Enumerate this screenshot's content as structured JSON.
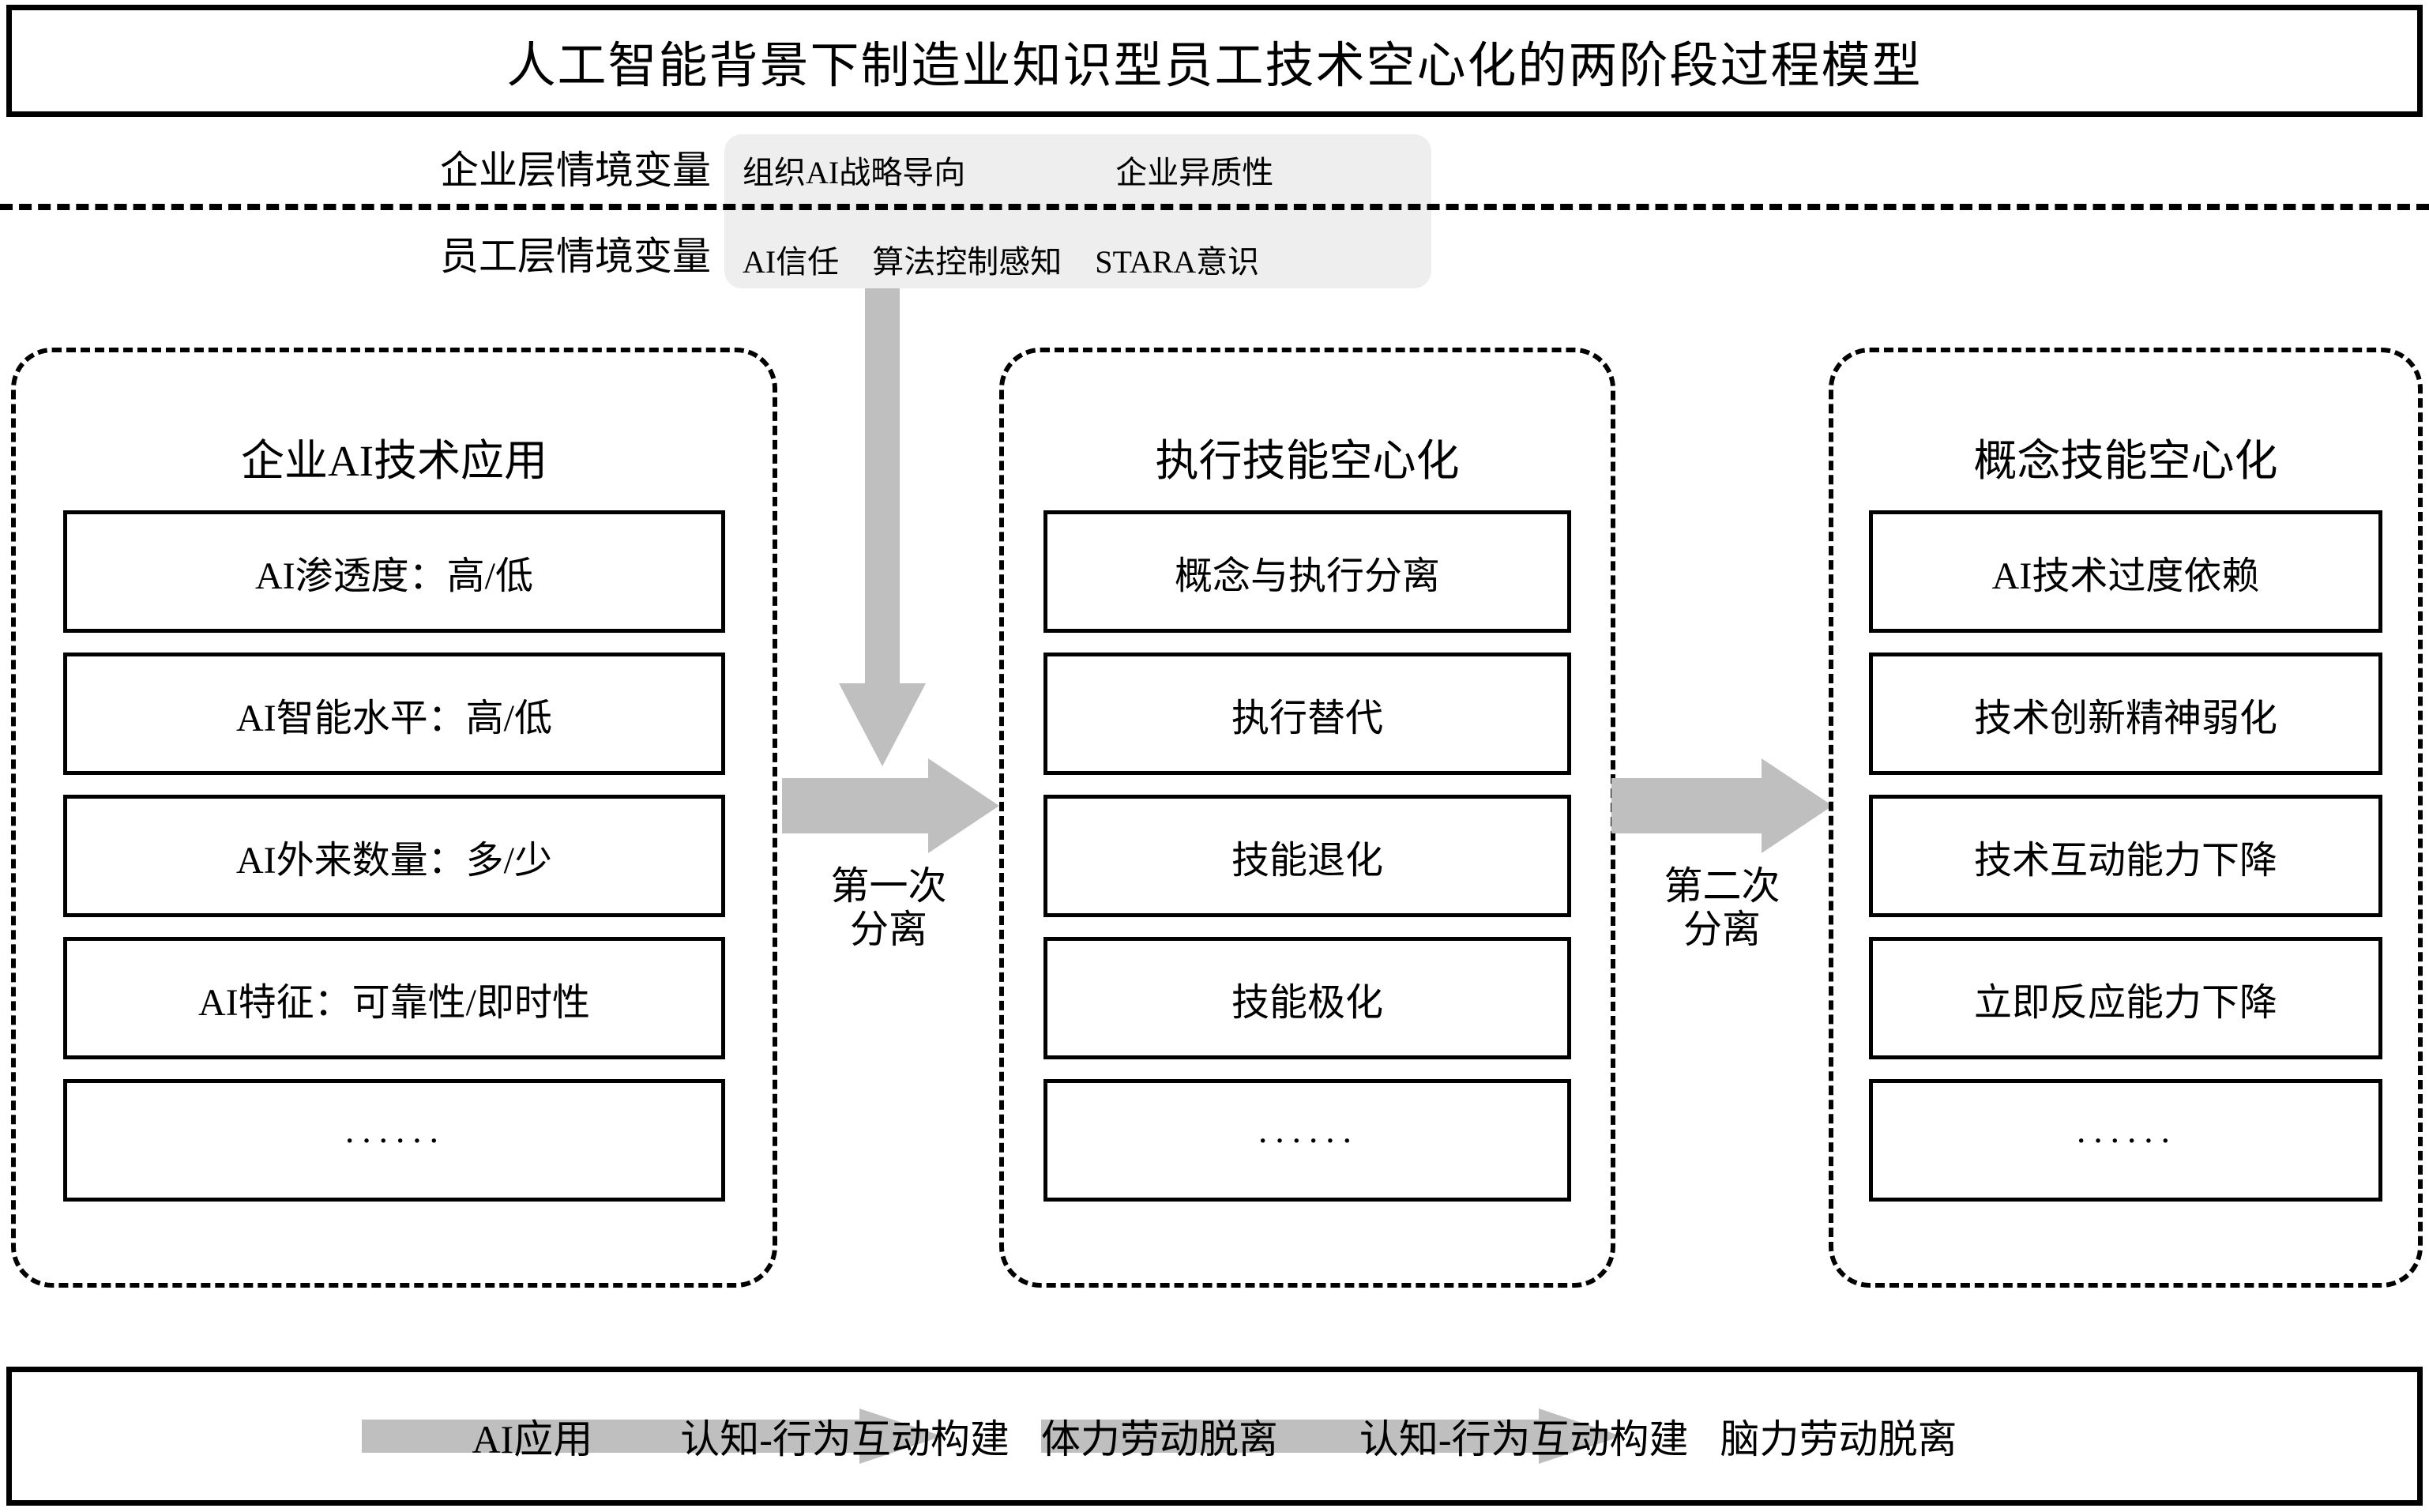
{
  "title": "人工智能背景下制造业知识型员工技术空心化的两阶段过程模型",
  "context": {
    "firm_level": {
      "label": "企业层情境变量",
      "items": [
        "组织AI战略导向",
        "企业异质性"
      ]
    },
    "employee_level": {
      "label": "员工层情境变量",
      "items": [
        "AI信任",
        "算法控制感知",
        "STARA意识"
      ]
    },
    "panel_color": "#eeeeee"
  },
  "stages": [
    {
      "title": "企业AI技术应用",
      "items": [
        "AI渗透度：高/低",
        "AI智能水平：高/低",
        "AI外来数量：多/少",
        "AI特征：可靠性/即时性",
        "······"
      ]
    },
    {
      "title": "执行技能空心化",
      "items": [
        "概念与执行分离",
        "执行替代",
        "技能退化",
        "技能极化",
        "······"
      ]
    },
    {
      "title": "概念技能空心化",
      "items": [
        "AI技术过度依赖",
        "技术创新精神弱化",
        "技术互动能力下降",
        "立即反应能力下降",
        "······"
      ]
    }
  ],
  "transitions": [
    {
      "line1": "第一次",
      "line2": "分离"
    },
    {
      "line1": "第二次",
      "line2": "分离"
    }
  ],
  "legend": {
    "start": "AI应用",
    "step1_arrow_label": "认知-行为互动构建",
    "mid": "体力劳动脱离",
    "step2_arrow_label": "认知-行为互动构建",
    "end": "脑力劳动脱离"
  },
  "colors": {
    "arrow_grey": "#bfbfbf",
    "panel_grey": "#eeeeee",
    "stroke": "#000000",
    "background": "#ffffff"
  }
}
